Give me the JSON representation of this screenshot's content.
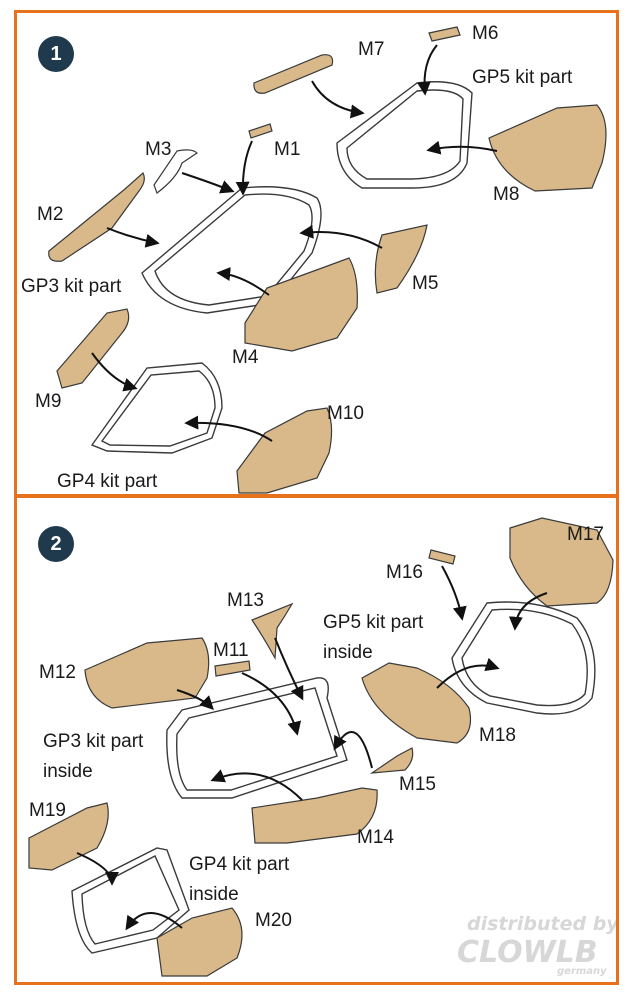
{
  "colors": {
    "frame": "#e8711b",
    "mask": "#d9b98a",
    "badge": "#1e3a4c"
  },
  "step1": {
    "number": "1",
    "labels": {
      "m7": "M7",
      "m6": "M6",
      "gp5": "GP5 kit part",
      "m3": "M3",
      "m1": "M1",
      "m8": "M8",
      "m2": "M2",
      "gp3": "GP3 kit part",
      "m5": "M5",
      "m4": "M4",
      "m9": "M9",
      "m10": "M10",
      "gp4": "GP4 kit part"
    }
  },
  "step2": {
    "number": "2",
    "labels": {
      "m17": "M17",
      "m16": "M16",
      "m13": "M13",
      "gp5_line1": "GP5 kit part",
      "gp5_line2": "inside",
      "m11": "M11",
      "m12": "M12",
      "gp3_line1": "GP3 kit part",
      "gp3_line2": "inside",
      "m18": "M18",
      "m15": "M15",
      "m14": "M14",
      "m19": "M19",
      "gp4_line1": "GP4 kit part",
      "gp4_line2": "inside",
      "m20": "M20"
    }
  },
  "watermark": {
    "line1": "distributed by",
    "line2": "CLOWLB",
    "line3": "germany"
  }
}
